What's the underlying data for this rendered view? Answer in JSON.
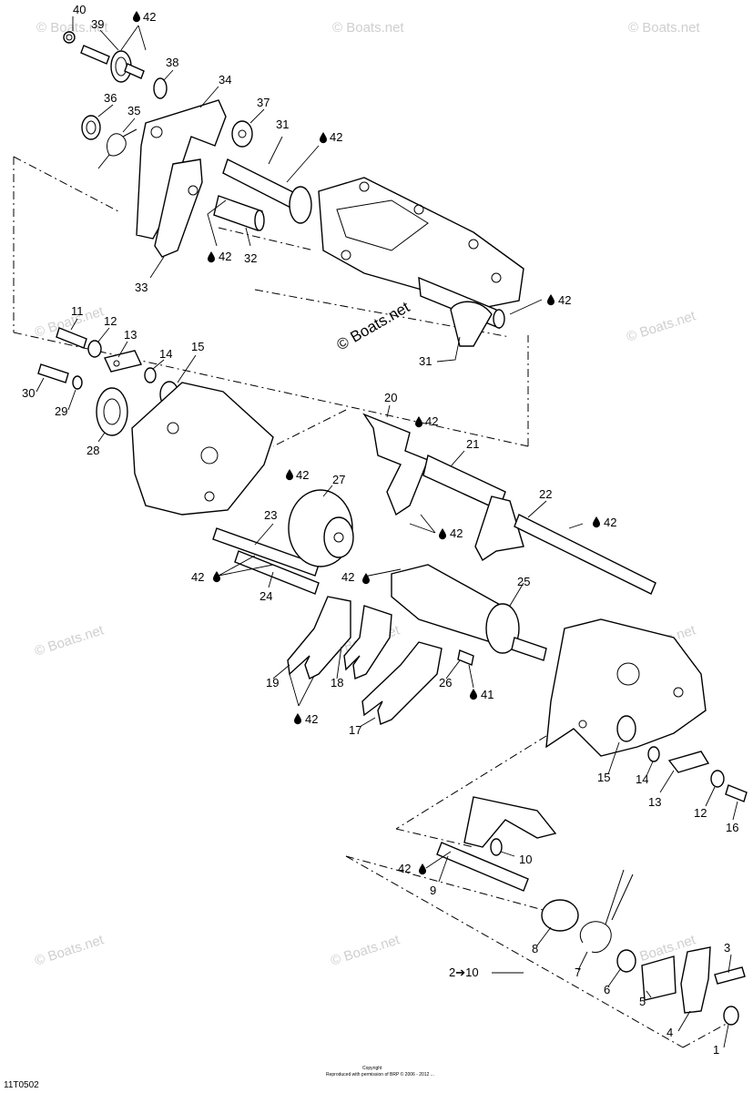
{
  "watermark": "© Boats.net",
  "center_watermark": "© Boats.net",
  "ref_code": "11T0502",
  "copyright_label": "Copyright",
  "copyright_line": "Reproduced with permission of BRP © 2006 - 2012 ...",
  "labels": {
    "n40": "40",
    "n39": "39",
    "n42a": "42",
    "n38": "38",
    "n34": "34",
    "n36": "36",
    "n35": "35",
    "n37": "37",
    "n31a": "31",
    "n42b": "42",
    "n42c": "42",
    "n32": "32",
    "n33": "33",
    "n42d": "42",
    "n31b": "31",
    "n11": "11",
    "n12": "12",
    "n13a": "13",
    "n14a": "14",
    "n15a": "15",
    "n30": "30",
    "n29": "29",
    "n28": "28",
    "n20": "20",
    "n42e": "42",
    "n21": "21",
    "n42f": "42",
    "n27": "27",
    "n22": "22",
    "n42g": "42",
    "n23": "23",
    "n42h": "42",
    "n42i": "42",
    "n24": "24",
    "n25": "25",
    "n19": "19",
    "n18": "18",
    "n26": "26",
    "n41": "41",
    "n42j": "42",
    "n17": "17",
    "n15b": "15",
    "n14b": "14",
    "n13b": "13",
    "n12b": "12",
    "n16": "16",
    "n42k": "42",
    "n9": "9",
    "n10": "10",
    "n8": "8",
    "n7": "7",
    "n6": "6",
    "n5": "5",
    "n3": "3",
    "n2to10": "2➔10",
    "n4": "4",
    "n1": "1"
  }
}
